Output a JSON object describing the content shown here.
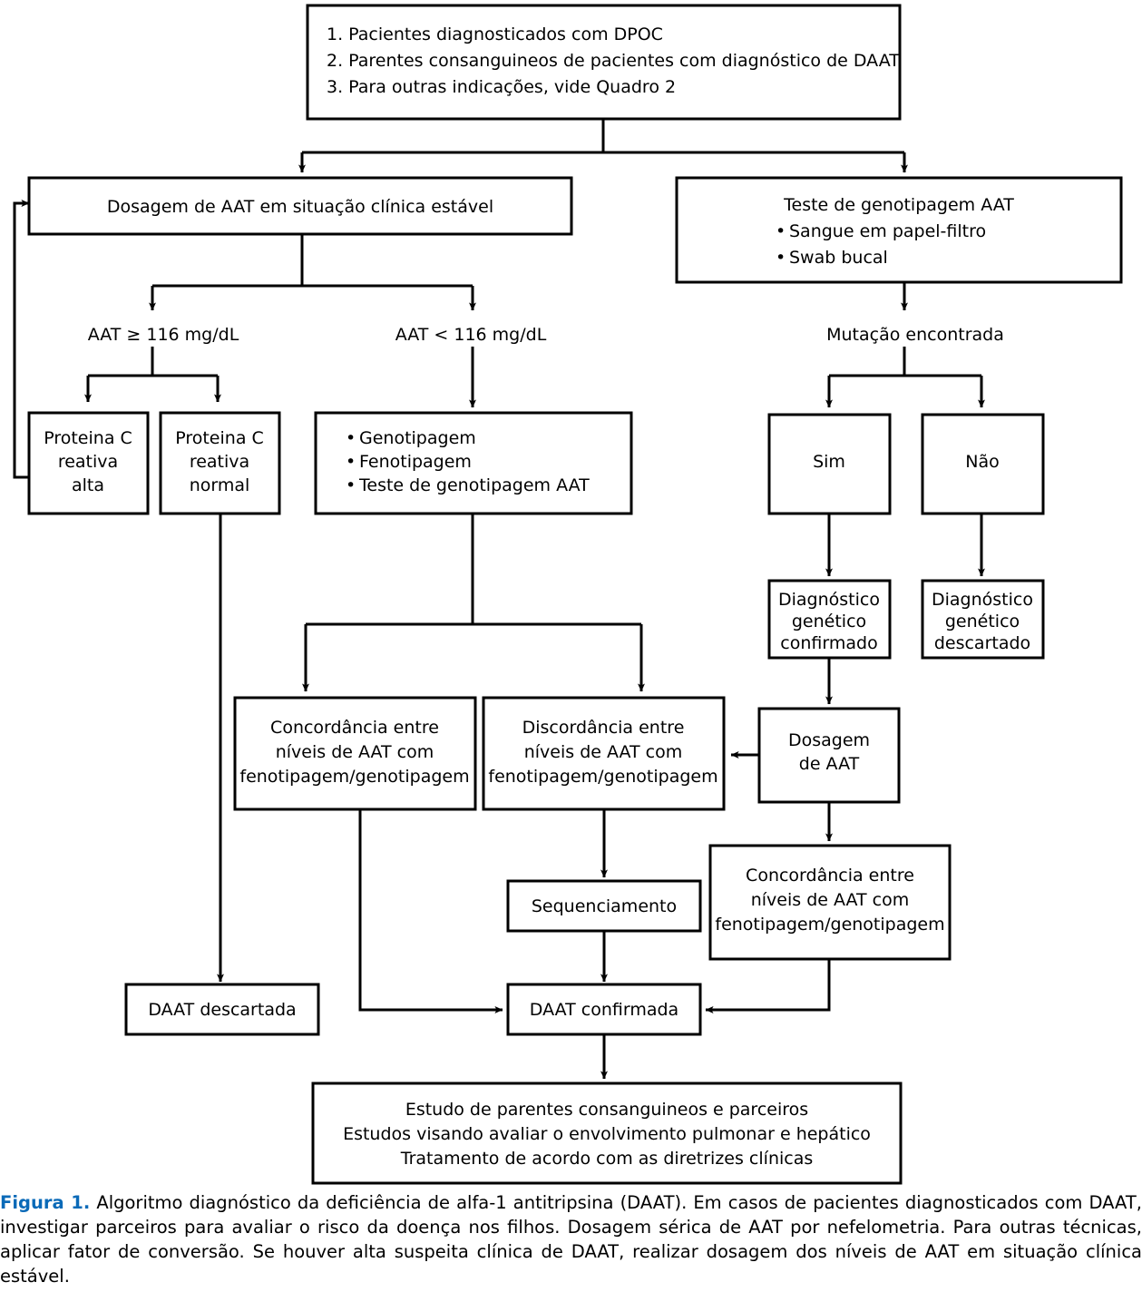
{
  "figure": {
    "label": "Figura 1.",
    "label_color": "#0a6ab8",
    "caption": " Algoritmo diagnóstico da deficiência de alfa-1 antitripsina (DAAT). Em casos de pacientes diagnosticados com DAAT, investigar parceiros para avaliar o risco da doença nos filhos. Dosagem sérica de AAT por nefelometria. Para outras técnicas, aplicar fator de conversão. Se houver alta suspeita clínica de DAAT, realizar dosagem dos níveis de AAT em situação clínica estável."
  },
  "chart_data": {
    "type": "diagram",
    "title": "Algoritmo diagnóstico da deficiência de alfa-1 antitripsina (DAAT)",
    "nodes": [
      {
        "id": "indications",
        "kind": "box",
        "lines": [
          "1. Pacientes diagnosticados com DPOC",
          "2. Parentes consanguineos de pacientes com diagnóstico de DAAT",
          "3. Para outras indicações, vide Quadro 2"
        ]
      },
      {
        "id": "dosagem-estavel",
        "kind": "box",
        "lines": [
          "Dosagem de AAT em situação clínica estável"
        ]
      },
      {
        "id": "teste-genotipagem",
        "kind": "box",
        "lines": [
          "Teste de genotipagem AAT",
          "• Sangue em papel-filtro",
          "• Swab bucal"
        ]
      },
      {
        "id": "aat-alto",
        "kind": "label",
        "lines": [
          "AAT ≥ 116 mg/dL"
        ]
      },
      {
        "id": "aat-baixo",
        "kind": "label",
        "lines": [
          "AAT < 116 mg/dL"
        ]
      },
      {
        "id": "mutacao",
        "kind": "label",
        "lines": [
          "Mutação encontrada"
        ]
      },
      {
        "id": "pcr-alta",
        "kind": "box",
        "lines": [
          "Proteina C",
          "reativa",
          "alta"
        ]
      },
      {
        "id": "pcr-normal",
        "kind": "box",
        "lines": [
          "Proteina C",
          "reativa",
          "normal"
        ]
      },
      {
        "id": "testes",
        "kind": "box",
        "lines": [
          "• Genotipagem",
          "• Fenotipagem",
          "• Teste de genotipagem AAT"
        ]
      },
      {
        "id": "sim",
        "kind": "box",
        "lines": [
          "Sim"
        ]
      },
      {
        "id": "nao",
        "kind": "box",
        "lines": [
          "Não"
        ]
      },
      {
        "id": "dx-confirmado",
        "kind": "box",
        "lines": [
          "Diagnóstico",
          "genético",
          "confirmado"
        ]
      },
      {
        "id": "dx-descartado",
        "kind": "box",
        "lines": [
          "Diagnóstico",
          "genético",
          "descartado"
        ]
      },
      {
        "id": "concordancia-esq",
        "kind": "box",
        "lines": [
          "Concordância entre",
          "níveis de AAT com",
          "fenotipagem/genotipagem"
        ]
      },
      {
        "id": "discordancia",
        "kind": "box",
        "lines": [
          "Discordância entre",
          "níveis de AAT com",
          "fenotipagem/genotipagem"
        ]
      },
      {
        "id": "dosagem-aat",
        "kind": "box",
        "lines": [
          "Dosagem",
          "de AAT"
        ]
      },
      {
        "id": "concordancia-dir",
        "kind": "box",
        "lines": [
          "Concordância entre",
          "níveis de AAT com",
          "fenotipagem/genotipagem"
        ]
      },
      {
        "id": "sequenciamento",
        "kind": "box",
        "lines": [
          "Sequenciamento"
        ]
      },
      {
        "id": "daat-descartada",
        "kind": "box",
        "lines": [
          "DAAT descartada"
        ]
      },
      {
        "id": "daat-confirmada",
        "kind": "box",
        "lines": [
          "DAAT confirmada"
        ]
      },
      {
        "id": "conduta",
        "kind": "box",
        "lines": [
          "Estudo de parentes consanguineos e parceiros",
          "Estudos visando avaliar o envolvimento pulmonar e hepático",
          "Tratamento de acordo com as diretrizes clínicas"
        ]
      }
    ],
    "edges": [
      {
        "from": "indications",
        "to": "dosagem-estavel"
      },
      {
        "from": "indications",
        "to": "teste-genotipagem"
      },
      {
        "from": "dosagem-estavel",
        "to": "aat-alto"
      },
      {
        "from": "dosagem-estavel",
        "to": "aat-baixo"
      },
      {
        "from": "teste-genotipagem",
        "to": "mutacao"
      },
      {
        "from": "aat-alto",
        "to": "pcr-alta"
      },
      {
        "from": "aat-alto",
        "to": "pcr-normal"
      },
      {
        "from": "aat-baixo",
        "to": "testes"
      },
      {
        "from": "mutacao",
        "to": "sim"
      },
      {
        "from": "mutacao",
        "to": "nao"
      },
      {
        "from": "pcr-alta",
        "to": "dosagem-estavel"
      },
      {
        "from": "pcr-normal",
        "to": "daat-descartada"
      },
      {
        "from": "testes",
        "to": "concordancia-esq"
      },
      {
        "from": "testes",
        "to": "discordancia"
      },
      {
        "from": "sim",
        "to": "dx-confirmado"
      },
      {
        "from": "nao",
        "to": "dx-descartado"
      },
      {
        "from": "dx-confirmado",
        "to": "dosagem-aat"
      },
      {
        "from": "dosagem-aat",
        "to": "discordancia"
      },
      {
        "from": "dosagem-aat",
        "to": "concordancia-dir"
      },
      {
        "from": "concordancia-esq",
        "to": "daat-confirmada"
      },
      {
        "from": "discordancia",
        "to": "sequenciamento"
      },
      {
        "from": "sequenciamento",
        "to": "daat-confirmada"
      },
      {
        "from": "concordancia-dir",
        "to": "daat-confirmada"
      },
      {
        "from": "daat-confirmada",
        "to": "conduta"
      }
    ]
  },
  "boxes": {
    "indications": {
      "line1": "1. Pacientes diagnosticados com DPOC",
      "line2": "2. Parentes consanguineos de pacientes com diagnóstico de DAAT",
      "line3": "3. Para outras indicações, vide Quadro 2"
    },
    "dosagem_estavel": {
      "text": "Dosagem de AAT em situação clínica estável"
    },
    "teste_genotipagem": {
      "title": "Teste de genotipagem AAT",
      "item1": "Sangue em papel-filtro",
      "item2": "Swab bucal"
    },
    "aat_alto": {
      "text": "AAT ≥ 116 mg/dL"
    },
    "aat_baixo": {
      "text": "AAT < 116 mg/dL"
    },
    "mutacao": {
      "text": "Mutação encontrada"
    },
    "pcr_alta": {
      "l1": "Proteina C",
      "l2": "reativa",
      "l3": "alta"
    },
    "pcr_normal": {
      "l1": "Proteina C",
      "l2": "reativa",
      "l3": "normal"
    },
    "testes": {
      "i1": "Genotipagem",
      "i2": "Fenotipagem",
      "i3": "Teste de genotipagem AAT"
    },
    "sim": {
      "text": "Sim"
    },
    "nao": {
      "text": "Não"
    },
    "dx_confirmado": {
      "l1": "Diagnóstico",
      "l2": "genético",
      "l3": "confirmado"
    },
    "dx_descartado": {
      "l1": "Diagnóstico",
      "l2": "genético",
      "l3": "descartado"
    },
    "concordancia_esq": {
      "l1": "Concordância entre",
      "l2": "níveis de AAT com",
      "l3": "fenotipagem/genotipagem"
    },
    "discordancia": {
      "l1": "Discordância entre",
      "l2": "níveis de AAT com",
      "l3": "fenotipagem/genotipagem"
    },
    "dosagem_aat": {
      "l1": "Dosagem",
      "l2": "de AAT"
    },
    "concordancia_dir": {
      "l1": "Concordância entre",
      "l2": "níveis de AAT com",
      "l3": "fenotipagem/genotipagem"
    },
    "sequenciamento": {
      "text": "Sequenciamento"
    },
    "daat_descartada": {
      "text": "DAAT descartada"
    },
    "daat_confirmada": {
      "text": "DAAT confirmada"
    },
    "conduta": {
      "l1": "Estudo de parentes consanguineos e parceiros",
      "l2": "Estudos visando avaliar o envolvimento pulmonar e hepático",
      "l3": "Tratamento de acordo com as diretrizes clínicas"
    },
    "bullet_glyph": "•"
  }
}
